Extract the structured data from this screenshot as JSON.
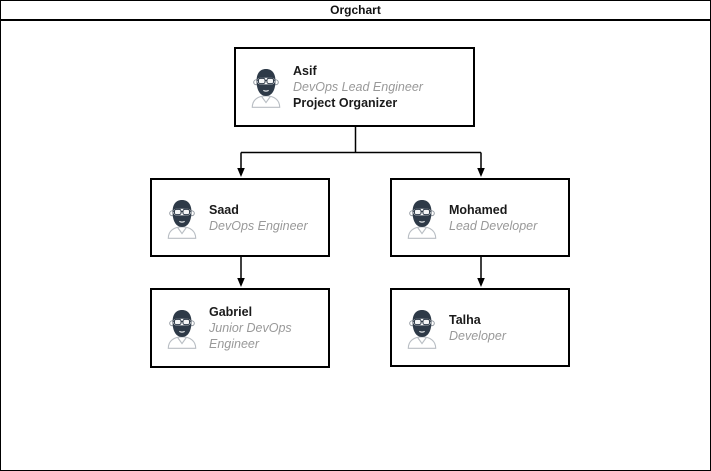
{
  "window": {
    "title": "Orgchart"
  },
  "colors": {
    "border": "#000000",
    "name_text": "#1a1a1a",
    "role_text": "#999999",
    "avatar_dark": "#2e3a48",
    "avatar_outline": "#b9bec4",
    "background": "#ffffff"
  },
  "orgchart": {
    "nodes": [
      {
        "id": "asif",
        "name": "Asif",
        "role": "DevOps Lead Engineer",
        "extra": "Project Organizer",
        "icon": "person-avatar-icon"
      },
      {
        "id": "saad",
        "name": "Saad",
        "role": "DevOps Engineer",
        "icon": "person-avatar-icon"
      },
      {
        "id": "mohamed",
        "name": "Mohamed",
        "role": "Lead Developer",
        "icon": "person-avatar-icon"
      },
      {
        "id": "gabriel",
        "name": "Gabriel",
        "role": "Junior DevOps Engineer",
        "icon": "person-avatar-icon"
      },
      {
        "id": "talha",
        "name": "Talha",
        "role": "Developer",
        "icon": "person-avatar-icon"
      }
    ],
    "edges": [
      {
        "from": "asif",
        "to": "saad"
      },
      {
        "from": "asif",
        "to": "mohamed"
      },
      {
        "from": "saad",
        "to": "gabriel"
      },
      {
        "from": "mohamed",
        "to": "talha"
      }
    ]
  }
}
